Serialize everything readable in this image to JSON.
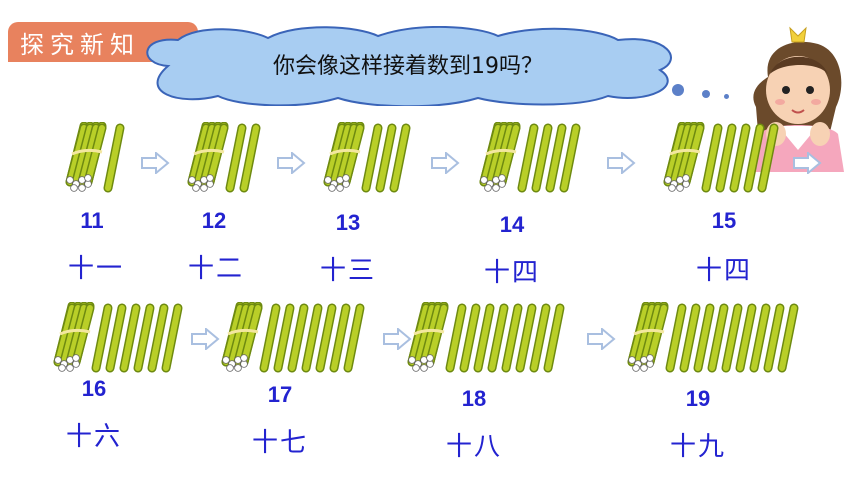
{
  "header": {
    "section_label": "探究新知"
  },
  "cloud": {
    "question": "你会像这样接着数到19吗？"
  },
  "colors": {
    "tag_bg": "#e8825e",
    "cloud_fill": "#a8cdf2",
    "cloud_stroke": "#3a64b8",
    "stick": "#b9cf28",
    "stick_dark": "#6e8a10",
    "arrow": "#a9bfe0",
    "number_text": "#2323d0"
  },
  "items": [
    {
      "number": "11",
      "chinese": "十一",
      "loose_sticks": 1
    },
    {
      "number": "12",
      "chinese": "十二",
      "loose_sticks": 2
    },
    {
      "number": "13",
      "chinese": "十三",
      "loose_sticks": 3
    },
    {
      "number": "14",
      "chinese": "十四",
      "loose_sticks": 4
    },
    {
      "number": "15",
      "chinese": "十四",
      "loose_sticks": 5
    },
    {
      "number": "16",
      "chinese": "十六",
      "loose_sticks": 6
    },
    {
      "number": "17",
      "chinese": "十七",
      "loose_sticks": 7
    },
    {
      "number": "18",
      "chinese": "十八",
      "loose_sticks": 8
    },
    {
      "number": "19",
      "chinese": "十九",
      "loose_sticks": 9
    }
  ],
  "icons": {
    "arrow": "right-outline-arrow-icon",
    "girl": "thinking-girl-illustration"
  }
}
